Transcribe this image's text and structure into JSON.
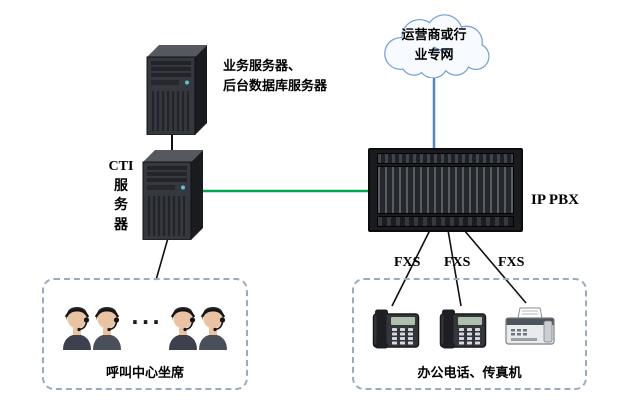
{
  "diagram": {
    "app_server": {
      "icon": "server-tower-icon",
      "line1": "业务服务器、",
      "line2": "后台数据库服务器"
    },
    "cti_server": {
      "icon": "server-tower-icon",
      "line1": "CTI",
      "line2": "服",
      "line3": "务",
      "line4": "器"
    },
    "cloud": {
      "icon": "cloud-icon",
      "line1": "运营商或行",
      "line2": "业专网"
    },
    "pbx": {
      "icon": "rack-chassis-icon",
      "label": "IP PBX"
    },
    "fxs": {
      "label1": "FXS",
      "label2": "FXS",
      "label3": "FXS"
    },
    "call_center": {
      "label": "呼叫中心坐席",
      "ellipsis": "···",
      "agent_icon": "call-agent-icon",
      "agent_count_shown": 4
    },
    "office": {
      "label": "办公电话、传真机",
      "phone_icon": "desk-phone-icon",
      "fax_icon": "fax-machine-icon"
    },
    "colors": {
      "green_link": "#00a651",
      "blue_link": "#4f86c6",
      "black_link": "#111111",
      "dashed_border": "#9aabbd",
      "cloud_stroke": "#6f9fd8",
      "cloud_fill": "#f7fbff"
    }
  }
}
